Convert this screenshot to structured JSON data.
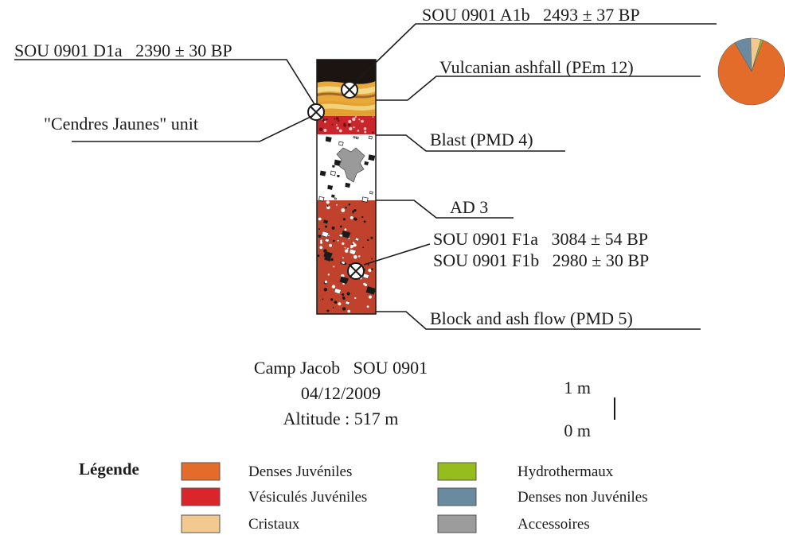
{
  "section": {
    "samples": {
      "a1b": "SOU 0901 A1b   2493 ± 37 BP",
      "d1a": "SOU 0901 D1a   2390 ± 30 BP",
      "f1a": "SOU 0901 F1a   3084 ± 54 BP",
      "f1b": "SOU 0901 F1b   2980 ± 30 BP"
    },
    "units": {
      "vulcanian": "Vulcanian ashfall (PEm 12)",
      "cendres": "\"Cendres Jaunes\" unit",
      "blast": "Blast (PMD 4)",
      "ad3": "AD 3",
      "baf": "Block and ash flow (PMD 5)"
    },
    "colors": {
      "top_black": "#1c1410",
      "ash_orange": "#e2a233",
      "ash_yellow": "#f1d27a",
      "blast_red": "#c8262a",
      "baf_red": "#c0412c",
      "white_unit": "#ffffff",
      "clast_gray": "#9a9a9a"
    }
  },
  "site": {
    "line1": "Camp Jacob   SOU 0901",
    "line2": "04/12/2009",
    "line3": "Altitude : 517 m"
  },
  "scale": {
    "top": "1 m",
    "bottom": "0 m"
  },
  "pie": {
    "slices": [
      {
        "name": "Denses Juvéniles",
        "fraction": 0.86,
        "color": "#e46c2b"
      },
      {
        "name": "Denses non Juvéniles",
        "fraction": 0.08,
        "color": "#6a8aa0"
      },
      {
        "name": "Cristaux",
        "fraction": 0.05,
        "color": "#f2c98e"
      },
      {
        "name": "Hydrothermaux",
        "fraction": 0.01,
        "color": "#96bd1e"
      }
    ]
  },
  "legend": {
    "title": "Légende",
    "items": [
      {
        "label": "Denses Juvéniles",
        "color": "#e46c2b"
      },
      {
        "label": "Vésiculés Juvéniles",
        "color": "#d9262a"
      },
      {
        "label": "Cristaux",
        "color": "#f2c98e"
      },
      {
        "label": "Hydrothermaux",
        "color": "#96bd1e"
      },
      {
        "label": "Denses non Juvéniles",
        "color": "#6a8aa0"
      },
      {
        "label": "Accessoires",
        "color": "#9c9c9c"
      }
    ]
  }
}
